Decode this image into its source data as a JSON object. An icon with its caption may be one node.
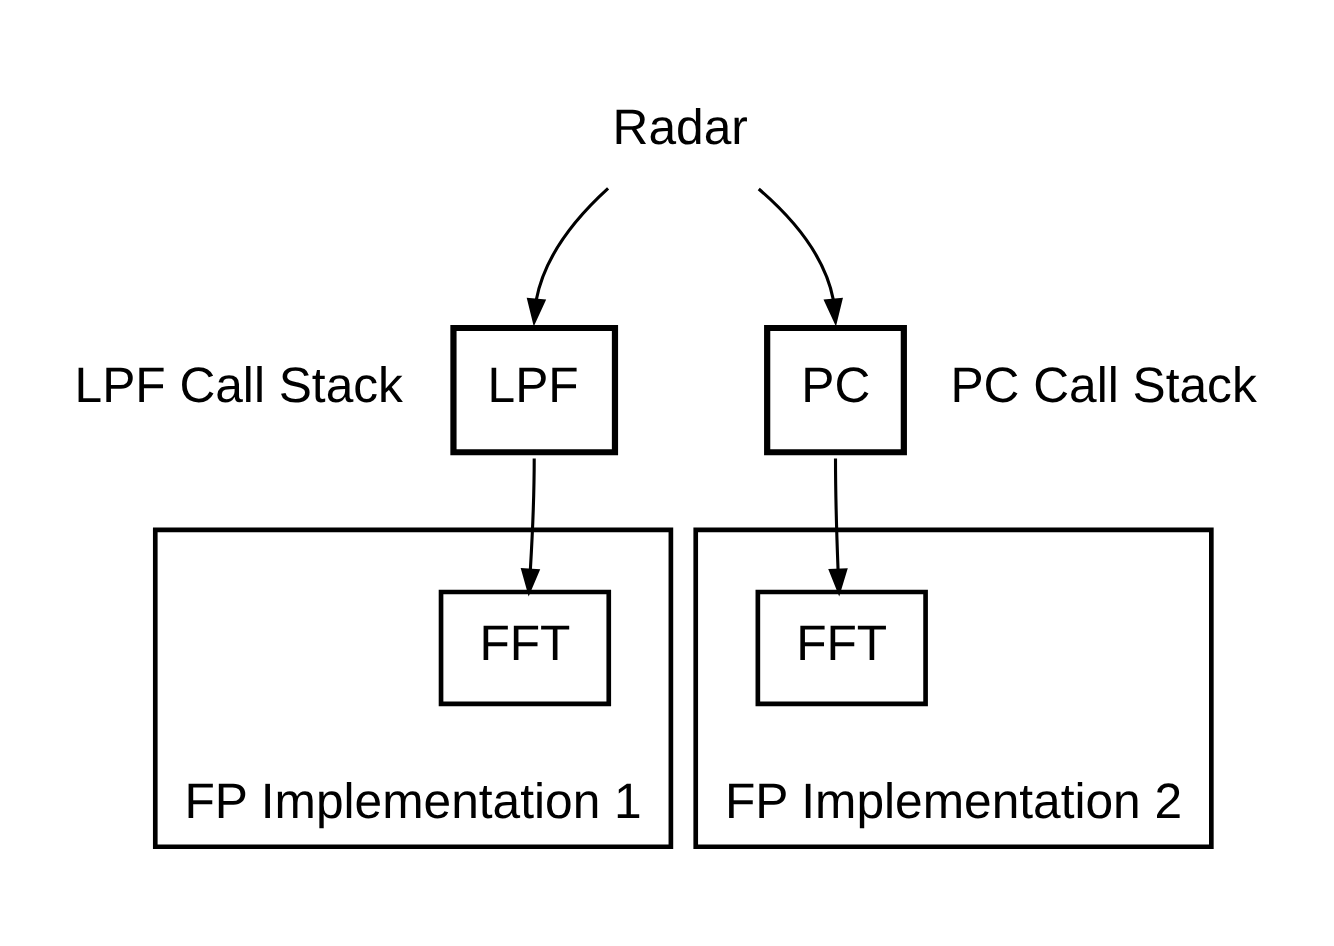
{
  "diagram": {
    "nodes": [
      {
        "text": [
          "Radar"
        ]
      },
      {
        "text": [
          "LPF"
        ],
        "beside": [
          "LPF Call Stack"
        ]
      },
      {
        "text": [
          "PC"
        ],
        "beside": [
          "PC Call Stack"
        ]
      },
      {
        "text": [
          "FP Implementation 1"
        ]
      },
      {
        "text": [
          "FFT"
        ],
        "in": 3
      },
      {
        "text": [
          "FP Implementation 2"
        ]
      },
      {
        "text": [
          "FFT"
        ],
        "in": 5
      }
    ],
    "edges": [
      {
        "from": 0,
        "to": 1,
        "arrow": "to"
      },
      {
        "from": 0,
        "to": 2,
        "arrow": "to"
      },
      {
        "from": 1,
        "to": 4,
        "arrow": "to"
      },
      {
        "from": 2,
        "to": 6,
        "arrow": "to"
      }
    ]
  }
}
